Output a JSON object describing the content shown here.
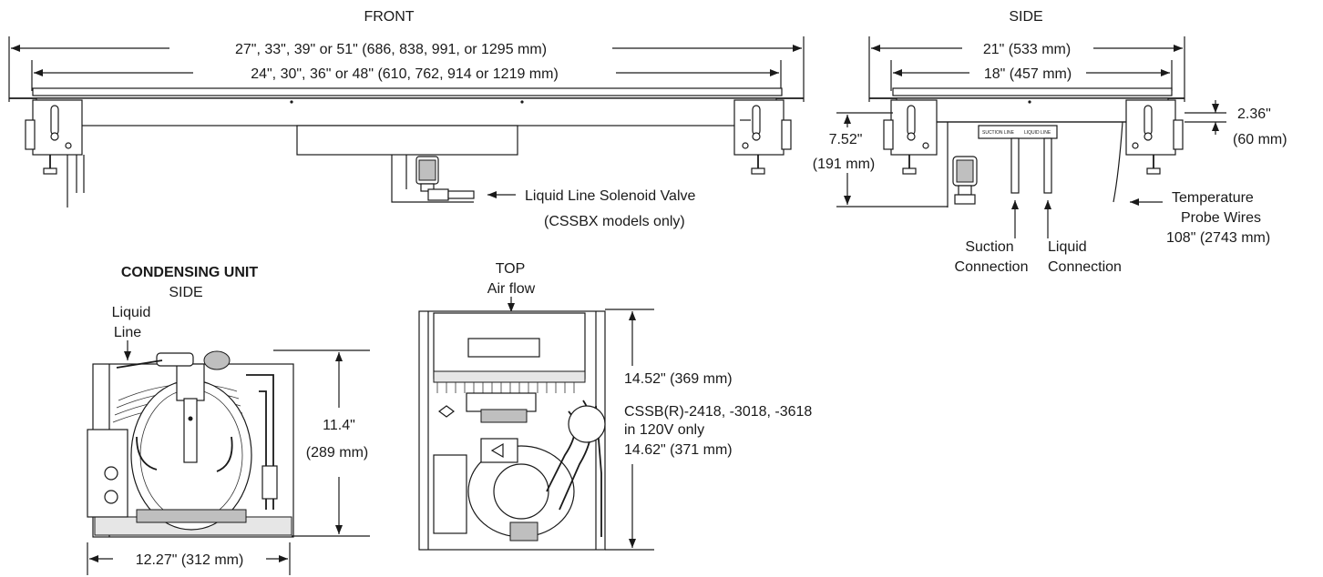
{
  "front": {
    "title": "FRONT",
    "dim_overall": "27\", 33\", 39\" or 51\" (686, 838, 991, or 1295 mm)",
    "dim_inner": "24\", 30\", 36\" or 48\" (610, 762, 914 or 1219 mm)",
    "solenoid_label_1": "Liquid Line Solenoid Valve",
    "solenoid_label_2": "(CSSBX models only)"
  },
  "side": {
    "title": "SIDE",
    "dim_overall": "21\" (533 mm)",
    "dim_inner": "18\" (457 mm)",
    "dim_height_1": "7.52\"",
    "dim_height_2": "(191 mm)",
    "dim_flange_1": "2.36\"",
    "dim_flange_2": "(60 mm)",
    "plate_text_1": "SUCTION LINE",
    "plate_text_2": "LIQUID LINE",
    "suction_1": "Suction",
    "suction_2": "Connection",
    "liquid_1": "Liquid",
    "liquid_2": "Connection",
    "probe_1": "Temperature",
    "probe_2": "Probe Wires",
    "probe_3": "108\" (2743 mm)"
  },
  "condensing": {
    "title": "CONDENSING UNIT",
    "subtitle": "SIDE",
    "liquid_line_1": "Liquid",
    "liquid_line_2": "Line",
    "height_1": "11.4\"",
    "height_2": "(289 mm)",
    "width": "12.27\" (312 mm)"
  },
  "top": {
    "title": "TOP",
    "airflow": "Air flow",
    "dim_1": "14.52\" (369 mm)",
    "note_1": "CSSB(R)-2418, -3018, -3618",
    "note_2": "in 120V only",
    "note_3": "14.62\" (371 mm)"
  }
}
